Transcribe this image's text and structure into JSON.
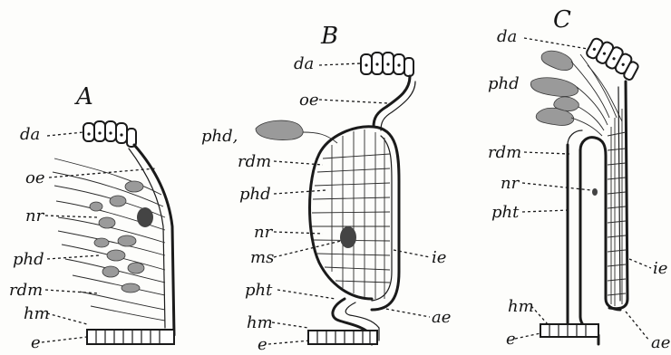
{
  "figure": {
    "panels": [
      {
        "id": "A",
        "title": "A",
        "labels": [
          "da",
          "oe",
          "nr",
          "phd",
          "rdm",
          "hm",
          "e"
        ]
      },
      {
        "id": "B",
        "title": "B",
        "labels": [
          "da",
          "oe",
          "phd,",
          "rdm",
          "phd",
          "nr",
          "ms",
          "pht",
          "hm",
          "e",
          "ie",
          "ae"
        ]
      },
      {
        "id": "C",
        "title": "C",
        "labels": [
          "da",
          "phd",
          "rdm",
          "nr",
          "pht",
          "hm",
          "e",
          "ie",
          "ae"
        ]
      }
    ]
  }
}
